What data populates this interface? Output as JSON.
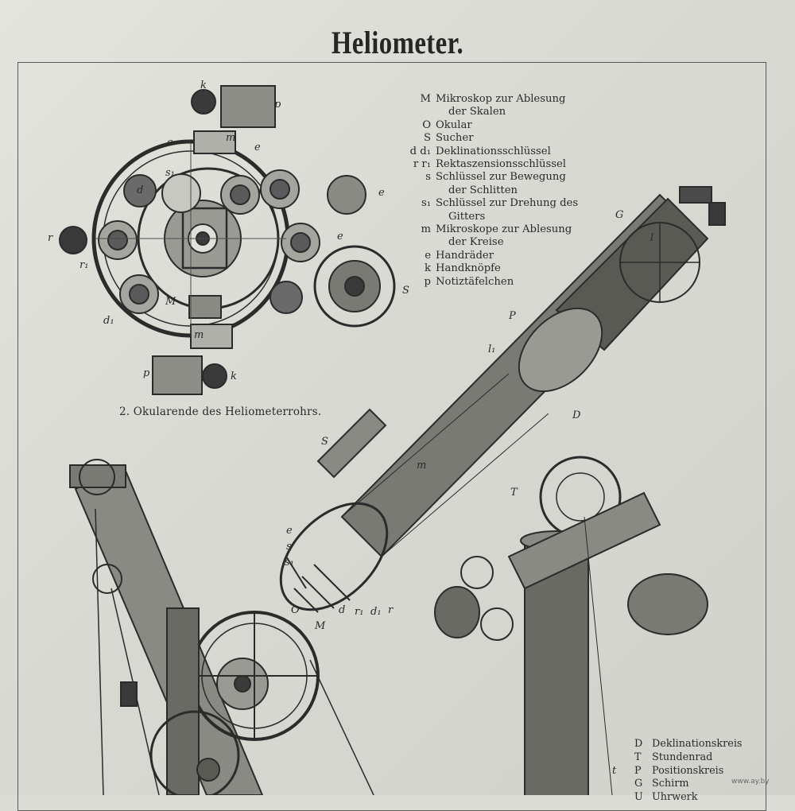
{
  "title": "Heliometer.",
  "figure_caption": "2. Okularende des Heliometerrohrs.",
  "legend_top": [
    {
      "key": "M",
      "text": "Mikroskop zur Ablesung"
    },
    {
      "key": "",
      "text": "der Skalen"
    },
    {
      "key": "O",
      "text": "Okular"
    },
    {
      "key": "S",
      "text": "Sucher"
    },
    {
      "key": "d d₁",
      "text": "Deklinationsschlüssel"
    },
    {
      "key": "r r₁",
      "text": "Rektaszensionsschlüssel"
    },
    {
      "key": "s",
      "text": "Schlüssel zur Bewegung"
    },
    {
      "key": "",
      "text": "der Schlitten"
    },
    {
      "key": "s₁",
      "text": "Schlüssel zur Drehung des"
    },
    {
      "key": "",
      "text": "Gitters"
    },
    {
      "key": "m",
      "text": "Mikroskope zur Ablesung"
    },
    {
      "key": "",
      "text": "der Kreise"
    },
    {
      "key": "e",
      "text": "Handräder"
    },
    {
      "key": "k",
      "text": "Handknöpfe"
    },
    {
      "key": "p",
      "text": "Notiztäfelchen"
    }
  ],
  "legend_bottom": [
    {
      "key": "D",
      "text": "Deklinationskreis"
    },
    {
      "key": "T",
      "text": "Stundenrad"
    },
    {
      "key": "P",
      "text": "Positionskreis"
    },
    {
      "key": "G",
      "text": "Schirm"
    },
    {
      "key": "U",
      "text": "Uhrwerk"
    }
  ],
  "fig2_labels": {
    "k_top": "k",
    "p_top": "p",
    "m_top": "m",
    "e1": "e",
    "e2": "e",
    "e3": "e",
    "e4": "e",
    "s1": "s₁",
    "d": "d",
    "r": "r",
    "r1": "r₁",
    "d1": "d₁",
    "M": "M",
    "S": "S",
    "m_bottom": "m",
    "p_bottom": "p",
    "k_bottom": "k"
  },
  "fig1_labels": {
    "G": "G",
    "l": "l",
    "P": "P",
    "l1": "l₁",
    "D": "D",
    "S": "S",
    "m": "m",
    "T": "T",
    "e": "e",
    "s": "s",
    "s1": "s₁",
    "O": "O",
    "M": "M",
    "d": "d",
    "r1": "r₁",
    "d1": "d₁",
    "r": "r",
    "t": "t"
  },
  "watermark": "www.ay.by",
  "colors": {
    "paper": "#dcdcd6",
    "ink": "#2a2a2a"
  }
}
